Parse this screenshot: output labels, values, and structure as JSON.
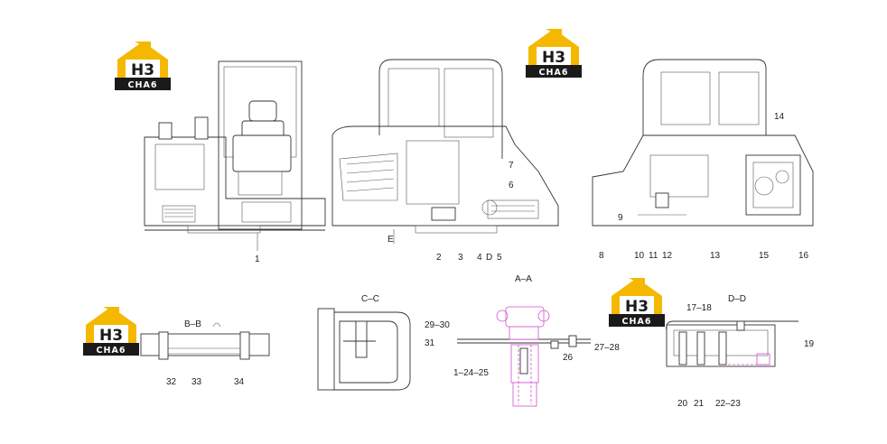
{
  "logo": {
    "top": "H3",
    "bottom": "CHA6"
  },
  "colors": {
    "logo_yellow": "#f5b800",
    "logo_dark": "#1a1a1a",
    "highlight": "#d050d0",
    "line": "#333333"
  },
  "views": {
    "front": {
      "labels": [
        "1"
      ]
    },
    "side": {
      "labels": [
        "E",
        "2",
        "3",
        "4",
        "D",
        "5",
        "6",
        "7"
      ]
    },
    "rear": {
      "labels": [
        "8",
        "9",
        "10",
        "11",
        "12",
        "13",
        "14",
        "15",
        "16"
      ]
    },
    "bb": {
      "title": "B–B",
      "labels": [
        "32",
        "33",
        "34"
      ]
    },
    "cc": {
      "title": "C–C",
      "labels": [
        "29–30",
        "31"
      ]
    },
    "aa": {
      "title": "A–A",
      "labels": [
        "27–28",
        "26",
        "1–24–25"
      ]
    },
    "dd": {
      "title": "D–D",
      "labels": [
        "17–18",
        "19",
        "20",
        "21",
        "22–23"
      ]
    }
  }
}
